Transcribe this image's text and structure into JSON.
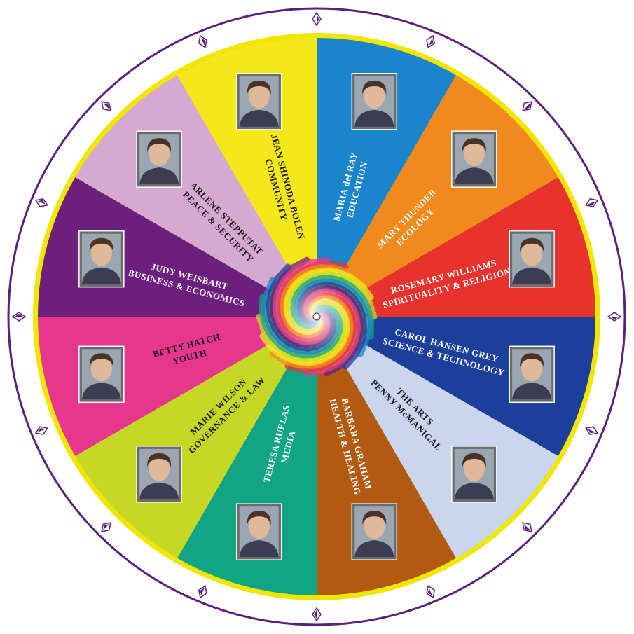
{
  "wheel": {
    "ring_color": "#f1e600",
    "outer_line_color": "#5a1f7a",
    "marker_color": "#5a1f7a",
    "segments": [
      {
        "line1": "MARIA del RAY",
        "line2": "EDUCATION",
        "color": "#1a84cc",
        "text_color": "#ffffff",
        "icon": "portrait-photo"
      },
      {
        "line1": "MARY THUNDER",
        "line2": "ECOLOGY",
        "color": "#f18a1c",
        "text_color": "#ffffff",
        "icon": "portrait-photo"
      },
      {
        "line1": "ROSEMARY WILLIAMS",
        "line2": "SPIRITUALITY & RELIGION",
        "color": "#e8322e",
        "text_color": "#ffffff",
        "icon": "portrait-photo"
      },
      {
        "line1": "CAROL HANSEN GREY",
        "line2": "SCIENCE & TECHNOLOGY",
        "color": "#1b3f9a",
        "text_color": "#ffffff",
        "icon": "portrait-photo"
      },
      {
        "line1": "THE ARTS",
        "line2": "PENNY McMANIGAL",
        "color": "#c9d6ee",
        "text_color": "#1a1a1a",
        "icon": "portrait-photo"
      },
      {
        "line1": "BARBARA GRAHAM",
        "line2": "HEALTH & HEALING",
        "color": "#b25a12",
        "text_color": "#ffffff",
        "icon": "portrait-photo"
      },
      {
        "line1": "TERESA RUELAS",
        "line2": "MEDIA",
        "color": "#12a585",
        "text_color": "#ffffff",
        "icon": "portrait-photo"
      },
      {
        "line1": "MARIE WILSON",
        "line2": "GOVERNANCE & LAW",
        "color": "#c5d826",
        "text_color": "#1a1a1a",
        "icon": "portrait-photo"
      },
      {
        "line1": "BETTY HATCH",
        "line2": "YOUTH",
        "color": "#e7368e",
        "text_color": "#1a1a1a",
        "icon": "portrait-photo"
      },
      {
        "line1": "JUDY WEISBART",
        "line2": "BUSINESS & ECONOMICS",
        "color": "#6c1f7c",
        "text_color": "#ffffff",
        "icon": "portrait-photo"
      },
      {
        "line1": "ARLENE STEPPUTAT",
        "line2": "PEACE & SECURITY",
        "color": "#d6a9d3",
        "text_color": "#1a1a1a",
        "icon": "portrait-photo"
      },
      {
        "line1": "JEAN SHINODA BOLEN",
        "line2": "COMMUNITY",
        "color": "#f5e81a",
        "text_color": "#1a1a1a",
        "icon": "portrait-photo"
      }
    ],
    "center_icon": "rainbow-swirl"
  }
}
